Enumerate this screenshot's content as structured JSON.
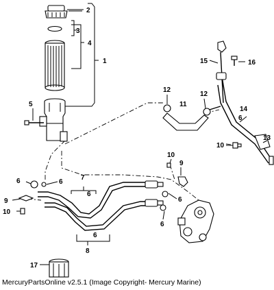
{
  "diagram": {
    "labels": {
      "l1": "1",
      "l2": "2",
      "l3": "3",
      "l4": "4",
      "l5": "5",
      "l6a": "6",
      "l6b": "6",
      "l6c": "6",
      "l6d": "6",
      "l6e": "6",
      "l6f": "6",
      "l6g": "6",
      "l7": "7",
      "l8": "8",
      "l9a": "9",
      "l9b": "9",
      "l10a": "10",
      "l10b": "10",
      "l10c": "10",
      "l11": "11",
      "l12a": "12",
      "l12b": "12",
      "l13": "13",
      "l14": "14",
      "l15": "15",
      "l16": "16",
      "l17": "17"
    }
  },
  "footer": {
    "caption": "MercuryPartsOnline v2.5.1 (Image Copyright- Mercury Marine)"
  }
}
